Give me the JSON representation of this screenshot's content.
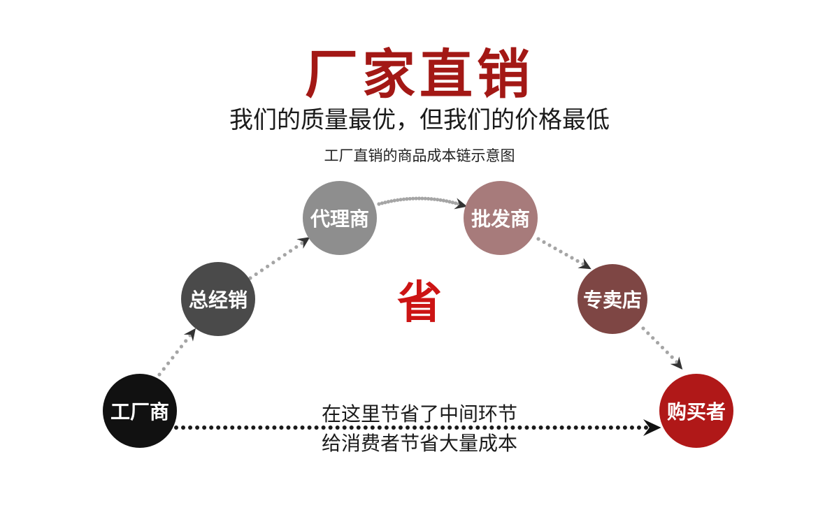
{
  "title": "厂家直销",
  "subtitle": "我们的质量最优，但我们的价格最低",
  "caption": "工厂直销的商品成本链示意图",
  "center_word": "省",
  "nodes": [
    {
      "label": "工厂商",
      "color": "#111111"
    },
    {
      "label": "总经销",
      "color": "#4a4a4a"
    },
    {
      "label": "代理商",
      "color": "#8e8e8e"
    },
    {
      "label": "批发商",
      "color": "#a77b7b"
    },
    {
      "label": "专卖店",
      "color": "#7e4644"
    },
    {
      "label": "购买者",
      "color": "#b01818"
    }
  ],
  "bottom_text": [
    "在这里节省了中间环节",
    "给消费者节省大量成本"
  ],
  "colors": {
    "title": "#a31815",
    "center_word": "#cc1414",
    "dots_curve": "#a5a5a5",
    "dots_bottom": "#1a1a1a",
    "arrowhead": "#333333",
    "arrowhead_bottom": "#111111"
  }
}
